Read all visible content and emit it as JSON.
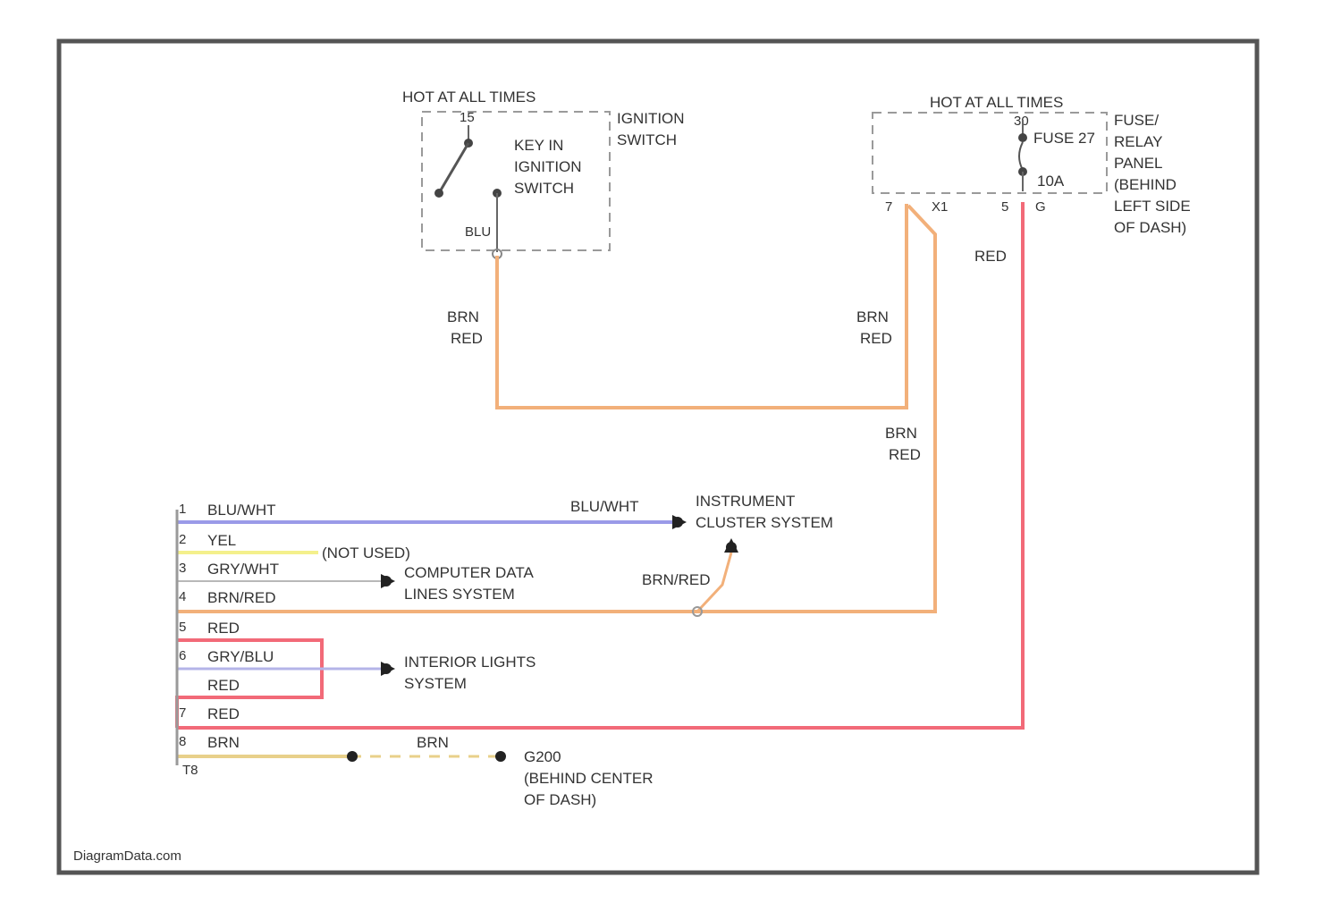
{
  "components": {
    "ignition_switch": {
      "hot_label": "HOT AT ALL TIMES",
      "name_line1": "IGNITION",
      "name_line2": "SWITCH",
      "key_line1": "KEY IN",
      "key_line2": "IGNITION",
      "key_line3": "SWITCH",
      "pin_top": "15",
      "pin_bottom_wire": "BLU"
    },
    "fuse_panel": {
      "hot_label": "HOT AT ALL TIMES",
      "fuse_label": "FUSE 27",
      "fuse_amp": "10A",
      "name_line1": "FUSE/",
      "name_line2": "RELAY",
      "name_line3": "PANEL",
      "name_line4": "(BEHIND",
      "name_line5": "LEFT SIDE",
      "name_line6": "OF DASH)",
      "pin_a": "7",
      "pin_b": "X1",
      "pin_c": "5",
      "pin_d": "G",
      "pin_top": "30"
    },
    "ground": {
      "name_line1": "G200",
      "name_line2": "(BEHIND CENTER",
      "name_line3": "OF DASH)"
    },
    "connector": {
      "label": "T8"
    }
  },
  "wires": {
    "brn_red_left_1": "BRN",
    "brn_red_left_2": "RED",
    "brn_red_mid_1": "BRN",
    "brn_red_mid_2": "RED",
    "brn_red_lower_1": "BRN",
    "brn_red_lower_2": "RED",
    "red_fuse": "RED",
    "blu_wht_right": "BLU/WHT",
    "brn_red_junction": "BRN/RED",
    "brn_ground": "BRN"
  },
  "systems": {
    "instrument_line1": "INSTRUMENT",
    "instrument_line2": "CLUSTER SYSTEM",
    "computer_line1": "COMPUTER DATA",
    "computer_line2": "LINES SYSTEM",
    "interior_line1": "INTERIOR LIGHTS",
    "interior_line2": "SYSTEM",
    "not_used": "(NOT USED)"
  },
  "connector_pins": [
    {
      "num": "1",
      "wire": "BLU/WHT"
    },
    {
      "num": "2",
      "wire": "YEL"
    },
    {
      "num": "3",
      "wire": "GRY/WHT"
    },
    {
      "num": "4",
      "wire": "BRN/RED"
    },
    {
      "num": "5",
      "wire": "RED"
    },
    {
      "num": "6",
      "wire": "GRY/BLU"
    },
    {
      "num": "",
      "wire": "RED"
    },
    {
      "num": "7",
      "wire": "RED"
    },
    {
      "num": "8",
      "wire": "BRN"
    }
  ],
  "watermark": "DiagramData.com",
  "colors": {
    "brn_red": "#f2b07a",
    "red": "#f26a78",
    "blue": "#9a9ae8",
    "yellow": "#f4f08c",
    "brown": "#e8d08a",
    "gray": "#b8b8b8",
    "frame": "#555555"
  }
}
